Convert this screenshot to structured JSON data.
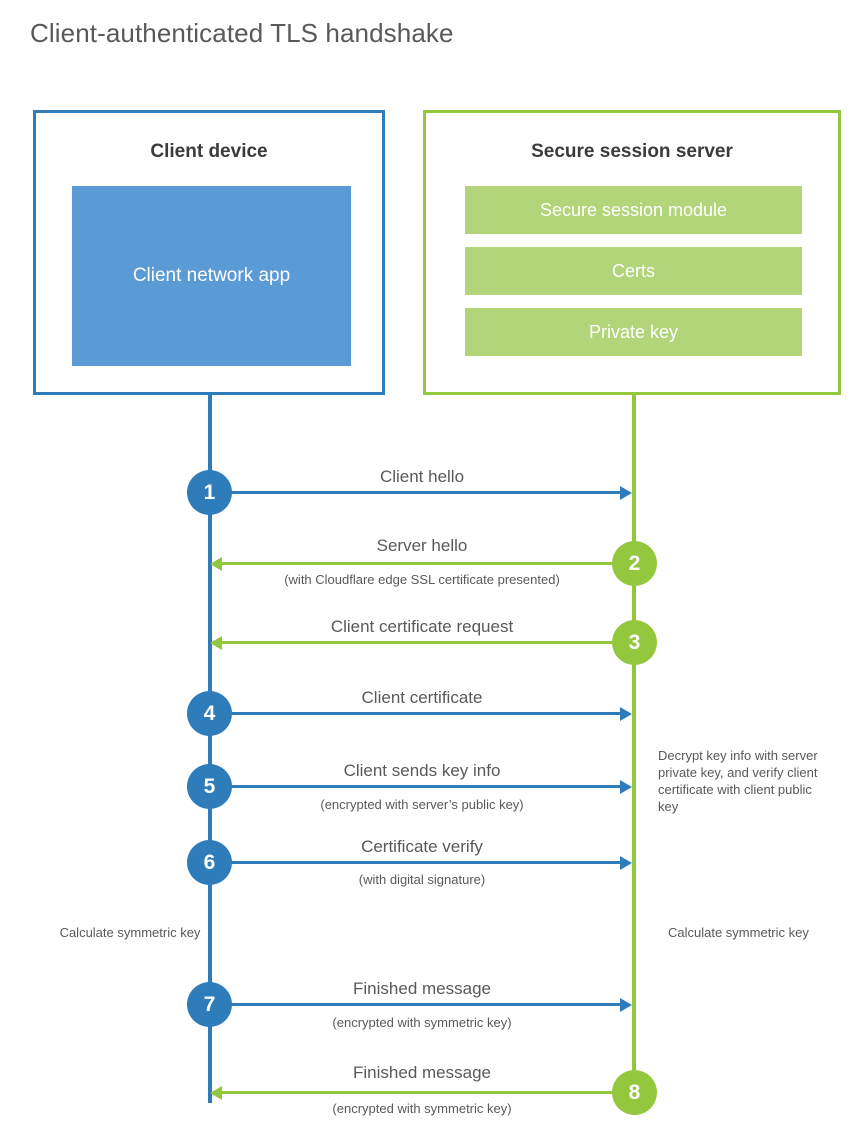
{
  "title": "Client-authenticated TLS handshake",
  "colors": {
    "blue_stroke": "#2e7cba",
    "green_stroke": "#93c83e",
    "client_app_fill": "#5b9bd5",
    "server_bar_fill": "#b2d57a",
    "text": "#58595b"
  },
  "client": {
    "title": "Client device",
    "app_label": "Client network app"
  },
  "server": {
    "title": "Secure session server",
    "bars": [
      "Secure session module",
      "Certs",
      "Private key"
    ]
  },
  "steps": [
    {
      "number": "1",
      "label": "Client hello",
      "sublabel": "",
      "direction": "client-to-server",
      "side": "client"
    },
    {
      "number": "2",
      "label": "Server hello",
      "sublabel": "(with Cloudflare edge SSL certificate presented)",
      "direction": "server-to-client",
      "side": "server"
    },
    {
      "number": "3",
      "label": "Client certificate request",
      "sublabel": "",
      "direction": "server-to-client",
      "side": "server"
    },
    {
      "number": "4",
      "label": "Client certificate",
      "sublabel": "",
      "direction": "client-to-server",
      "side": "client"
    },
    {
      "number": "5",
      "label": "Client sends key info",
      "sublabel": "(encrypted with server’s public key)",
      "direction": "client-to-server",
      "side": "client"
    },
    {
      "number": "6",
      "label": "Certificate verify",
      "sublabel": "(with digital signature)",
      "direction": "client-to-server",
      "side": "client"
    },
    {
      "number": "7",
      "label": "Finished message",
      "sublabel": "(encrypted with symmetric key)",
      "direction": "client-to-server",
      "side": "client"
    },
    {
      "number": "8",
      "label": "Finished message",
      "sublabel": "(encrypted with symmetric key)",
      "direction": "server-to-client",
      "side": "server"
    }
  ],
  "annotations": {
    "server_decrypt": "Decrypt key info with server private key, and verify client certificate with client public key",
    "client_calculate": "Calculate symmetric key",
    "server_calculate": "Calculate symmetric key"
  }
}
